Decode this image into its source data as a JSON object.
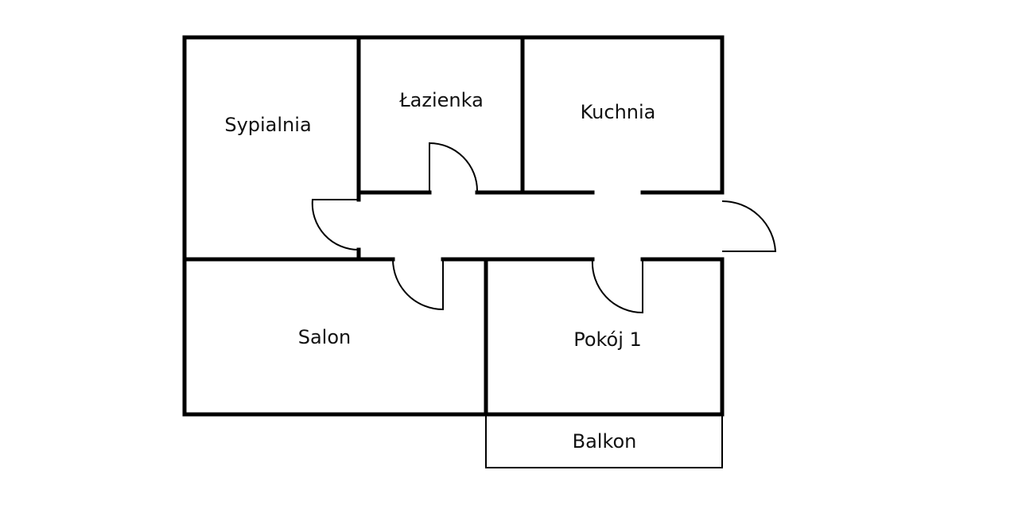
{
  "floorplan": {
    "rooms": {
      "sypialnia": "Sypialnia",
      "lazienka": "Łazienka",
      "kuchnia": "Kuchnia",
      "salon": "Salon",
      "pokoj1": "Pokój 1",
      "balkon": "Balkon"
    }
  }
}
